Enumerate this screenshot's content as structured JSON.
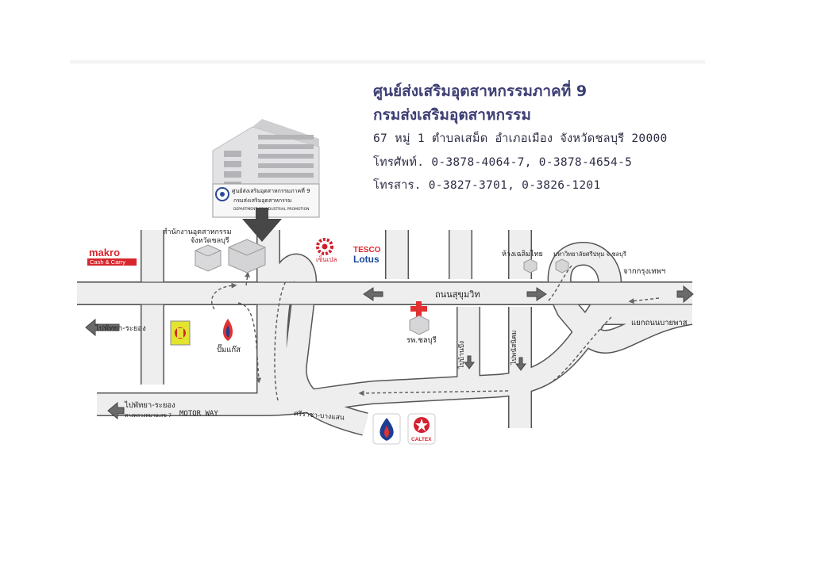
{
  "header": {
    "title_line1": "ศูนย์ส่งเสริมอุตสาหกรรมภาคที่ 9",
    "title_line2": "กรมส่งเสริมอุตสาหกรรม",
    "address": "67 หมู่ 1 ตำบลเสม็ด อำเภอเมือง จังหวัดชลบุรี 20000",
    "phone": "โทรศัพท์. 0-3878-4064-7, 0-3878-4654-5",
    "fax": "โทรสาร. 0-3827-3701, 0-3826-1201"
  },
  "building_sign": {
    "line1": "ศูนย์ส่งเสริมอุตสาหกรรมภาคที่ 9",
    "line2": "กรมส่งเสริมอุตสาหกรรม",
    "line3": "DEPARTMENT OF INDUSTRIAL PROMOTION"
  },
  "labels": {
    "provincial_office_1": "สำนักงานอุตสาหกรรม",
    "provincial_office_2": "จังหวัดชลบุรี",
    "makro_1": "makro",
    "makro_2": "Cash & Carry",
    "tesco_1": "TESCO",
    "tesco_2": "Lotus",
    "seri": "เซ็นเปล",
    "sukhumvit": "ถนนสุขุมวิท",
    "hospital": "รพ.ชลบุรี",
    "to_bangna": "จากกรุงเทพฯ",
    "bypass_junction": "แยกถนนบายพาส",
    "to_pattaya_1": "ไปพัทยา-ระยอง",
    "to_pattaya_2": "ไปพัทยา-ระยอง",
    "highway7": "ทางหลวงหมายเลข 7",
    "motorway": "MOTOR WAY",
    "sriracha": "ศรีราชา-บางแสน",
    "to_ban_bueng": "ไปบ้านบึง",
    "to_phanat_nikhom": "ไปพนัสนิคม",
    "department_store": "ห้างเฉลิมไทย",
    "university": "มหาวิทยาลัยศรีปทุม จ.ชลบุรี",
    "gas_station": "ปั๊มแก๊ส",
    "caltex": "CALTEX"
  },
  "colors": {
    "road": "#eeeeef",
    "road_edge": "#5a5a5a",
    "arrow": "#6b6b6b",
    "header_text": "#3d3e73",
    "hospital_cross": "#e23030",
    "makro_red": "#d8262d",
    "tesco_red": "#e0262c",
    "tesco_blue": "#18479b",
    "seri_red": "#d31f2b",
    "ptt_blue": "#1c3f94",
    "caltex_red": "#d42030"
  },
  "icons": [
    "building-icon",
    "pointer-arrow-icon",
    "hospital-cross-icon",
    "ptt-logo-icon",
    "caltex-logo-icon",
    "gas-station-icon",
    "seven-eleven-icon",
    "seri-logo-icon"
  ]
}
